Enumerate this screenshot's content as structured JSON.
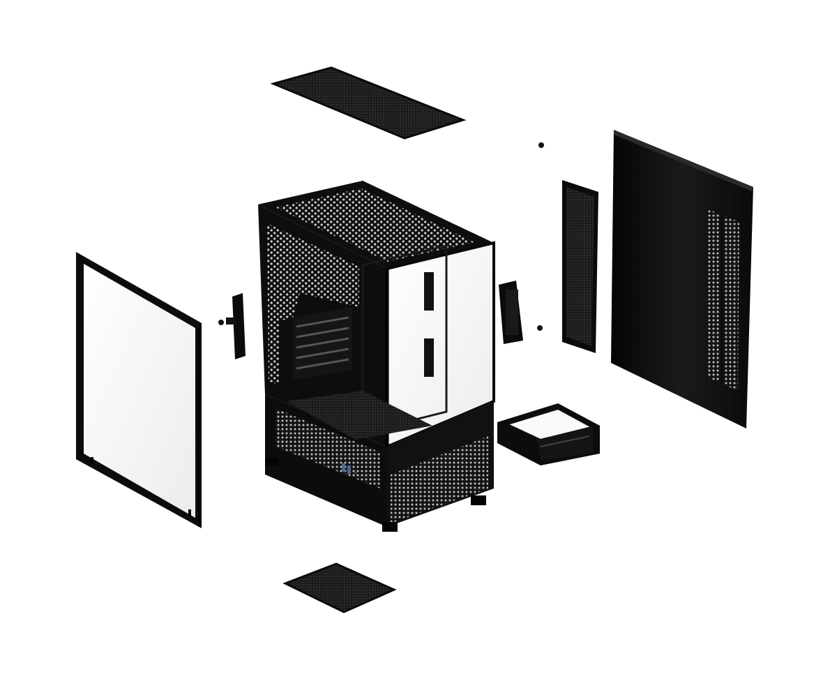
{
  "image": {
    "kind": "product-exploded-view",
    "subject": "pc-case",
    "background_color": "#ffffff",
    "part_color": "#111111",
    "mesh_color": "#2a2a2a",
    "glass_tint": "#f4f4f4"
  },
  "parts": [
    {
      "name": "top-dust-filter",
      "icon": "mesh-filter"
    },
    {
      "name": "left-glass-side-panel",
      "icon": "glass-panel"
    },
    {
      "name": "gpu-support-bracket",
      "icon": "bracket"
    },
    {
      "name": "chassis-body",
      "icon": "case"
    },
    {
      "name": "drive-mount-bracket",
      "icon": "bracket"
    },
    {
      "name": "side-dust-filter",
      "icon": "mesh-filter"
    },
    {
      "name": "right-steel-side-panel",
      "icon": "steel-panel"
    },
    {
      "name": "drive-cage",
      "icon": "drive-cage"
    },
    {
      "name": "bottom-dust-filter",
      "icon": "mesh-filter"
    }
  ]
}
